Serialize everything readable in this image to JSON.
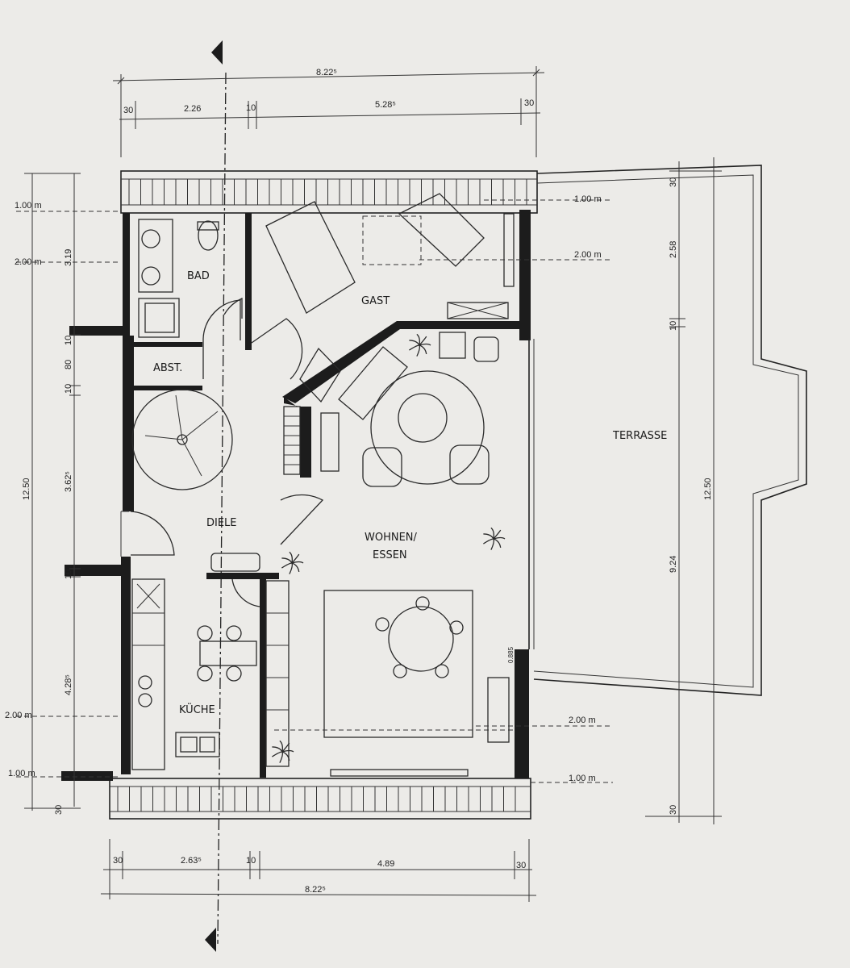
{
  "rooms": {
    "bad": "BAD",
    "gast": "GAST",
    "abst": "ABST.",
    "diele": "DIELE",
    "wohnen_1": "WOHNEN/",
    "wohnen_2": "ESSEN",
    "kueche": "KÜCHE",
    "terrasse": "TERRASSE"
  },
  "dimensions": {
    "top_overall": "8.22⁵",
    "top_left_30": "30",
    "top_226": "2.26",
    "top_10": "10",
    "top_528": "5.28⁵",
    "top_right_30": "30",
    "bottom_overall": "8.22⁵",
    "bottom_left_30": "30",
    "bottom_263": "2.63⁵",
    "bottom_10": "10",
    "bottom_489": "4.89",
    "bottom_right_30": "30",
    "left_1250": "12.50",
    "left_319": "3.19",
    "left_10a": "10",
    "left_80": "80",
    "left_10b": "10",
    "left_362": "3.62⁵",
    "left_10c": "10",
    "left_428": "4.28⁵",
    "left_30": "30",
    "right_30_top": "30",
    "right_258": "2.58",
    "right_10": "10",
    "right_924": "9.24",
    "right_1250": "12.50",
    "right_30_bottom": "30",
    "small_window": "0.885"
  },
  "levels": {
    "left_top_100": "1.00 m",
    "left_top_200": "2.00 m",
    "left_bottom_200": "2.00 m",
    "left_bottom_100": "1.00 m",
    "right_top_100": "1.00 m",
    "right_top_200": "2.00 m",
    "right_bottom_200": "2.00 m",
    "right_bottom_100": "1.00 m"
  }
}
